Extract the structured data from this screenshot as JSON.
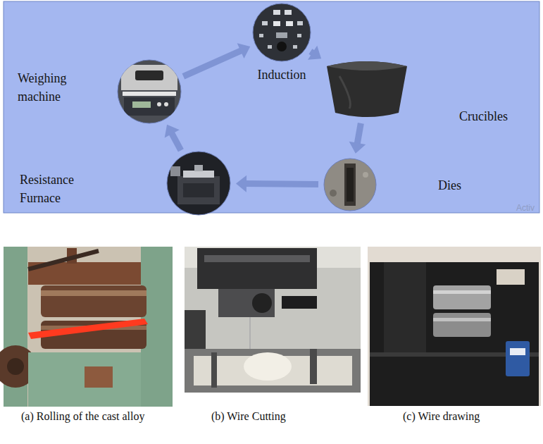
{
  "diagram": {
    "nodes": [
      {
        "text": [
          "Induction"
        ]
      },
      {
        "text": [
          "Weighing machine"
        ]
      },
      {
        "text": [
          "Crucibles"
        ]
      },
      {
        "text": [
          "Resistance Furnace"
        ]
      },
      {
        "text": [
          "Dies"
        ]
      }
    ],
    "edges": [
      {
        "from": 1,
        "to": 0,
        "arrow": "to"
      },
      {
        "from": 0,
        "to": 2,
        "arrow": "to"
      },
      {
        "from": 2,
        "to": 4,
        "arrow": "to"
      },
      {
        "from": 4,
        "to": 3,
        "arrow": "to"
      },
      {
        "from": 3,
        "to": 1,
        "arrow": "to"
      }
    ],
    "labels": [
      "Activ",
      "(a) Rolling of the cast alloy",
      "(b) Wire Cutting",
      "(c) Wire drawing"
    ]
  }
}
